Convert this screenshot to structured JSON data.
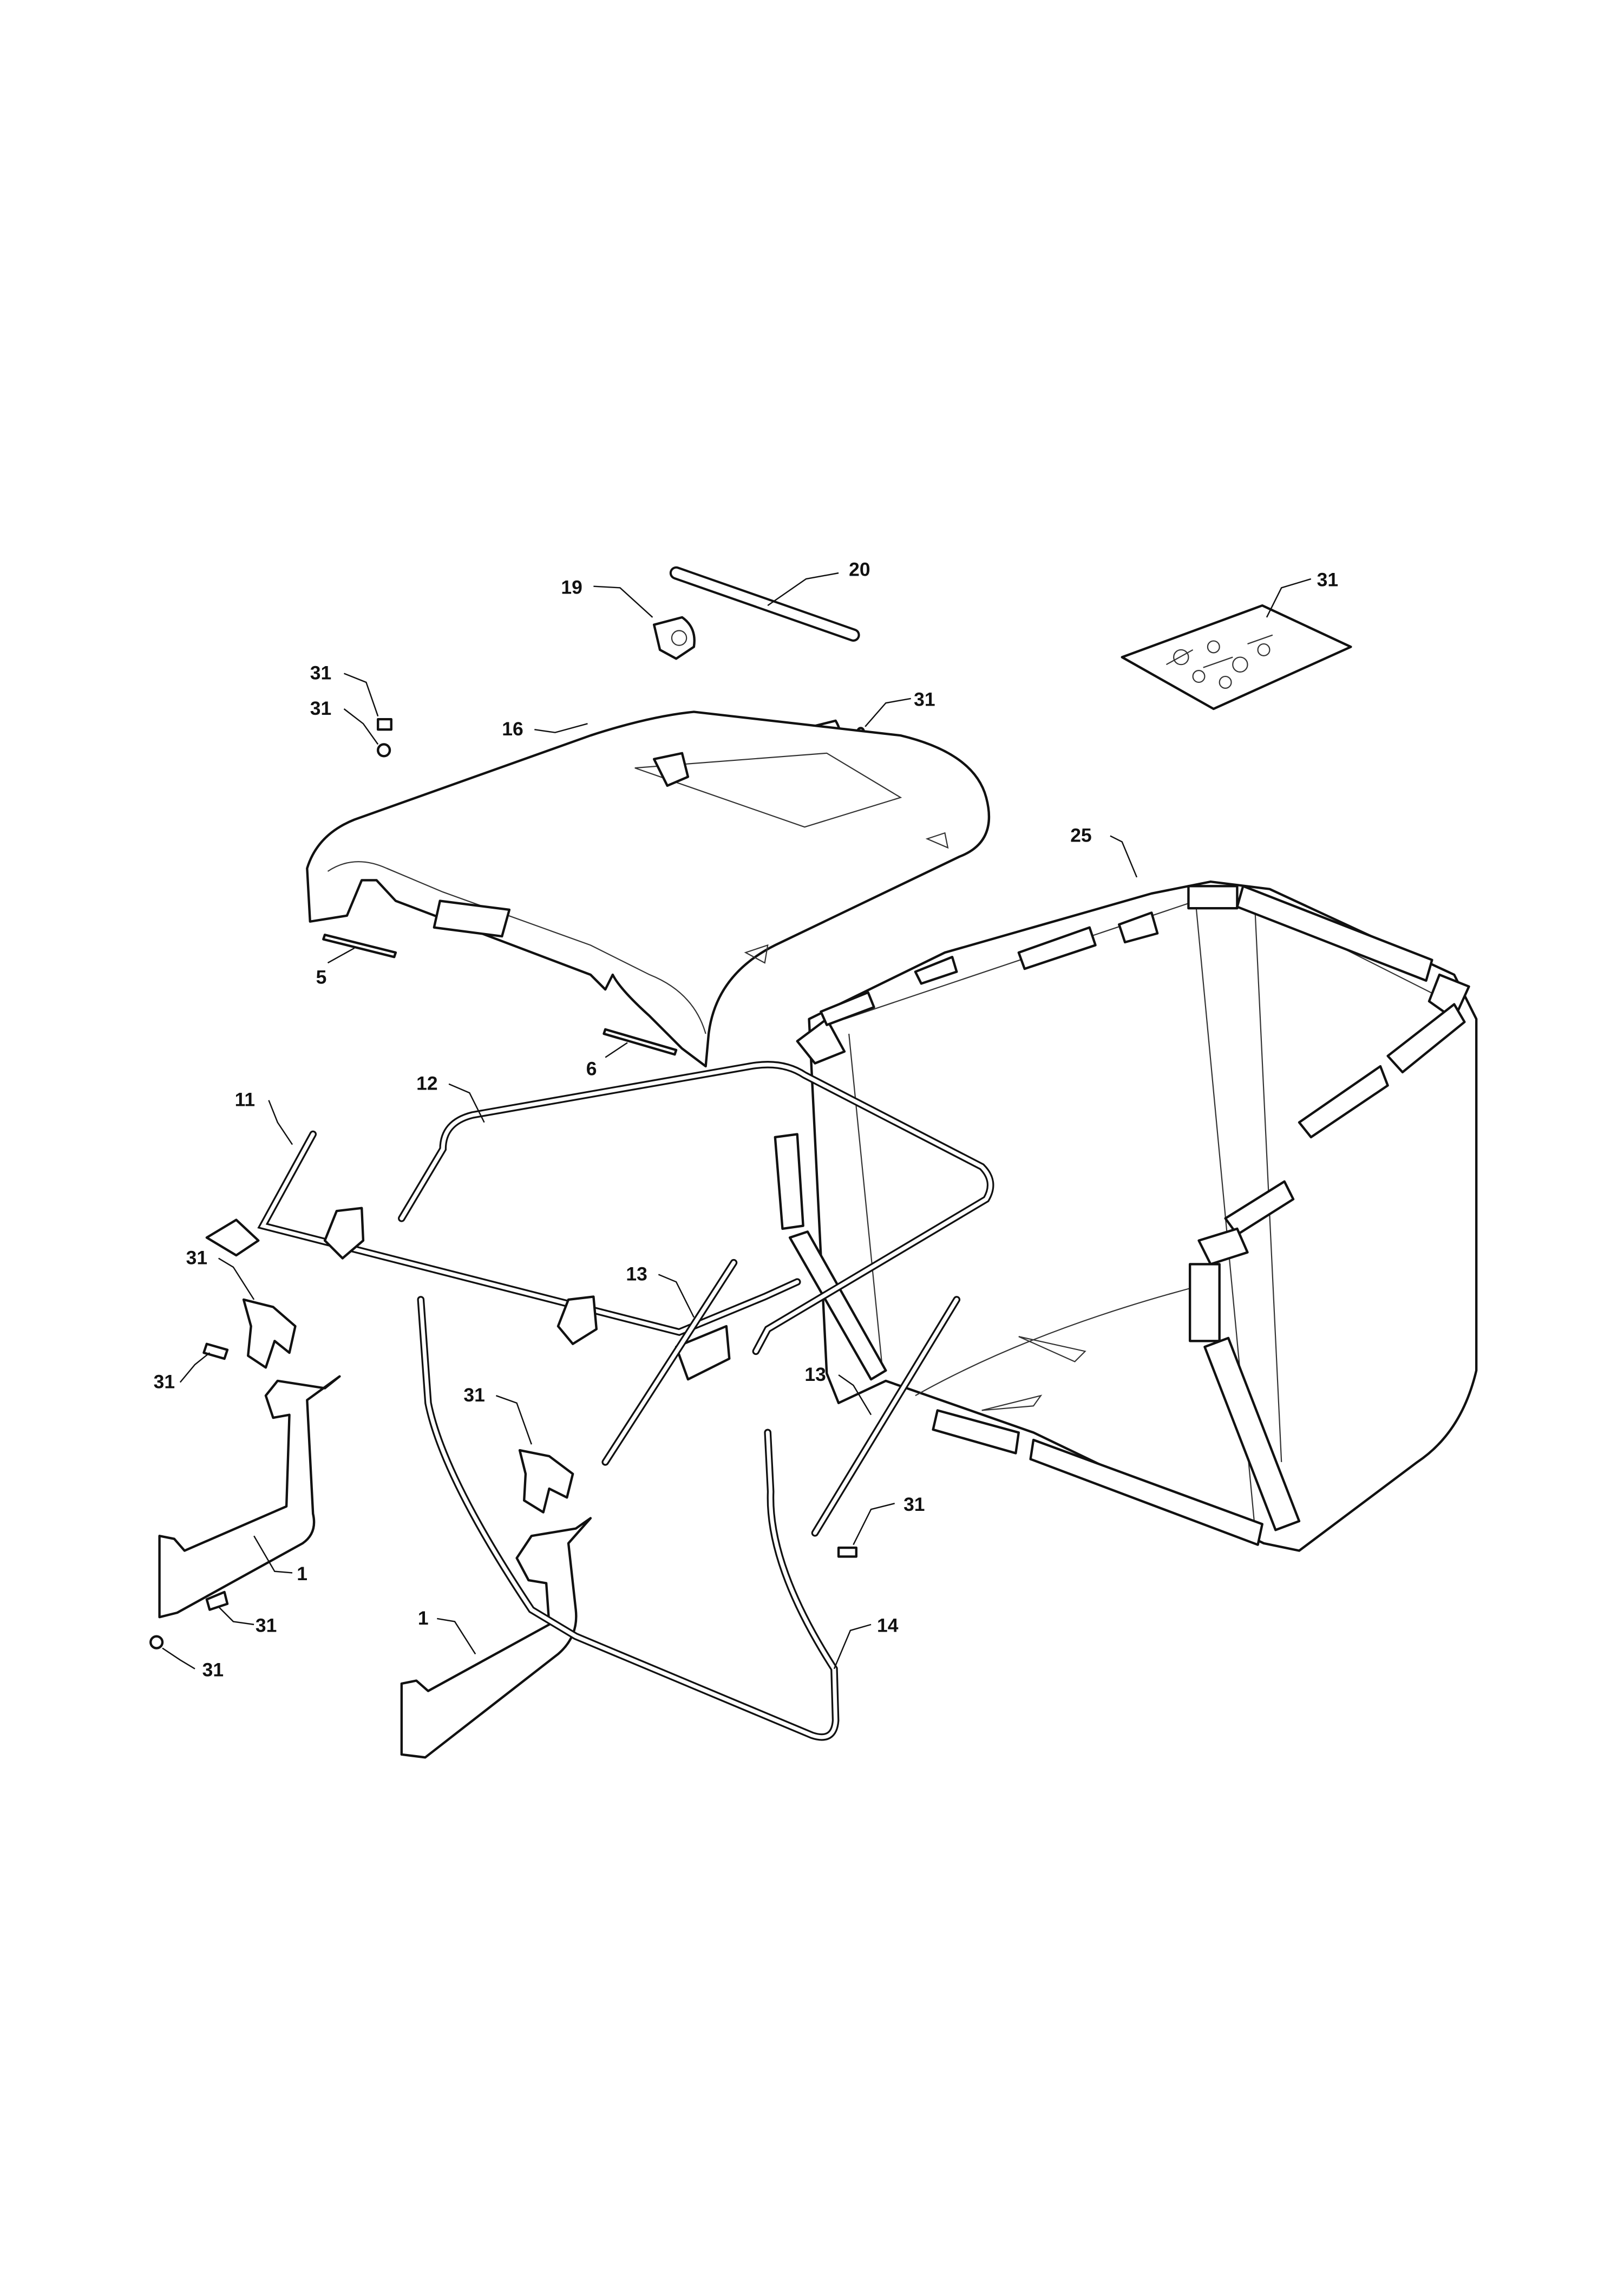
{
  "diagram": {
    "callouts": [
      {
        "id": "c20",
        "text": "20"
      },
      {
        "id": "c19",
        "text": "19"
      },
      {
        "id": "c31a",
        "text": "31"
      },
      {
        "id": "c31b",
        "text": "31"
      },
      {
        "id": "c31c",
        "text": "31"
      },
      {
        "id": "c16",
        "text": "16"
      },
      {
        "id": "c31d",
        "text": "31"
      },
      {
        "id": "c25",
        "text": "25"
      },
      {
        "id": "c5",
        "text": "5"
      },
      {
        "id": "c6",
        "text": "6"
      },
      {
        "id": "c11",
        "text": "11"
      },
      {
        "id": "c12",
        "text": "12"
      },
      {
        "id": "c13a",
        "text": "13"
      },
      {
        "id": "c31e",
        "text": "31"
      },
      {
        "id": "c31f",
        "text": "31"
      },
      {
        "id": "c31g",
        "text": "31"
      },
      {
        "id": "c13b",
        "text": "13"
      },
      {
        "id": "c31h",
        "text": "31"
      },
      {
        "id": "c1a",
        "text": "1"
      },
      {
        "id": "c31i",
        "text": "31"
      },
      {
        "id": "c31j",
        "text": "31"
      },
      {
        "id": "c1b",
        "text": "1"
      },
      {
        "id": "c14",
        "text": "14"
      }
    ]
  }
}
